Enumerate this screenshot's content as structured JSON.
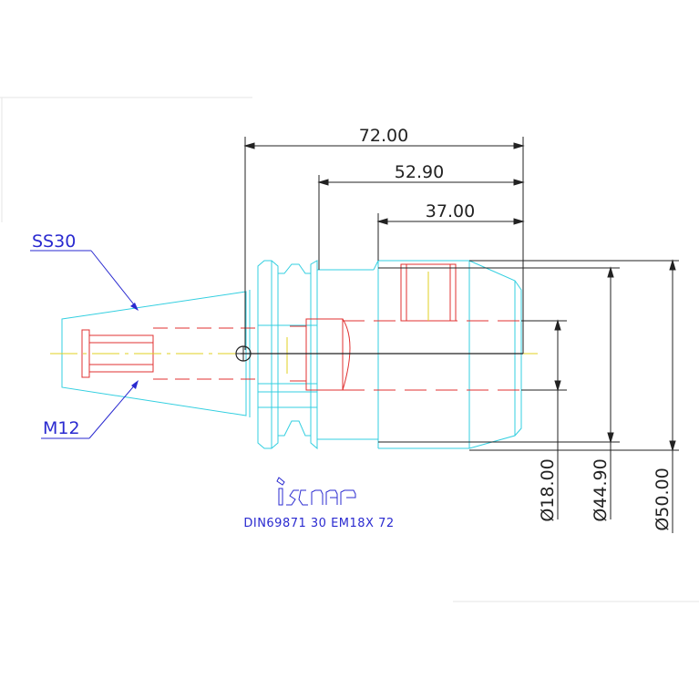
{
  "dimensions": {
    "length_overall": "72.00",
    "length_body": "52.90",
    "length_bore": "37.00",
    "dia_bore": "Ø18.00",
    "dia_body": "Ø44.90",
    "dia_flange": "Ø50.00"
  },
  "callouts": {
    "taper": "SS30",
    "thread": "M12"
  },
  "brand": {
    "logo": "iscar",
    "designation": "DIN69871 30 EM18X 72"
  },
  "colors": {
    "dimension": "#222222",
    "body_outline": "#33cfe0",
    "hidden": "#e03030",
    "center": "#e0d020",
    "callout": "#2a2ad0"
  }
}
